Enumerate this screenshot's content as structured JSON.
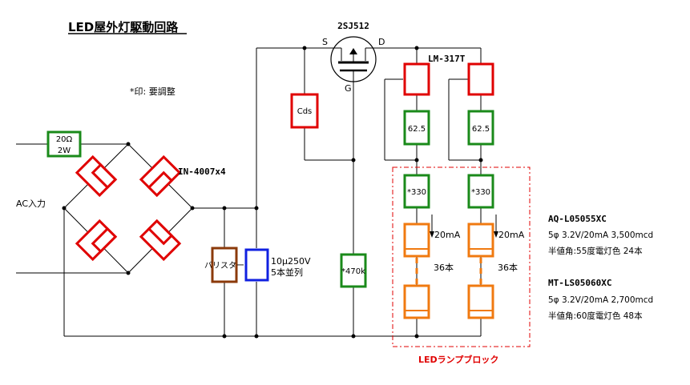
{
  "title": "LED屋外灯駆動回路",
  "note": "*印: 要調整",
  "fuse": {
    "value": "20Ω",
    "power": "2W"
  },
  "diode_label": "IN-4007x4",
  "ac_label": "AC入力",
  "varistor_label": "バリスター",
  "capacitor": {
    "line1": "10μ250V",
    "line2": "5本並列"
  },
  "fet": {
    "name": "2SJ512",
    "s": "S",
    "d": "D",
    "g": "G"
  },
  "cds_label": "Cds",
  "r470_label": "*470k",
  "regulator_label": "LM-317T",
  "r625_label": "62.5",
  "r330_label": "*330",
  "current_label": "20mA",
  "count_label": "36本",
  "block_label": "LEDランプブロック",
  "colors": {
    "wire": "#000000",
    "red": "#e00000",
    "green": "#1a8a1a",
    "orange": "#f07a10",
    "brown": "#8b3a0a",
    "blue": "#1020e0",
    "block": "#e00000"
  },
  "specs": [
    {
      "model": "AQ-L05055XC",
      "line1": "5φ 3.2V/20mA 3,500mcd",
      "line2": "半値角:55度電灯色 24本"
    },
    {
      "model": "MT-LS05060XC",
      "line1": "5φ 3.2V/20mA 2,700mcd",
      "line2": "半値角:60度電灯色 48本"
    }
  ]
}
